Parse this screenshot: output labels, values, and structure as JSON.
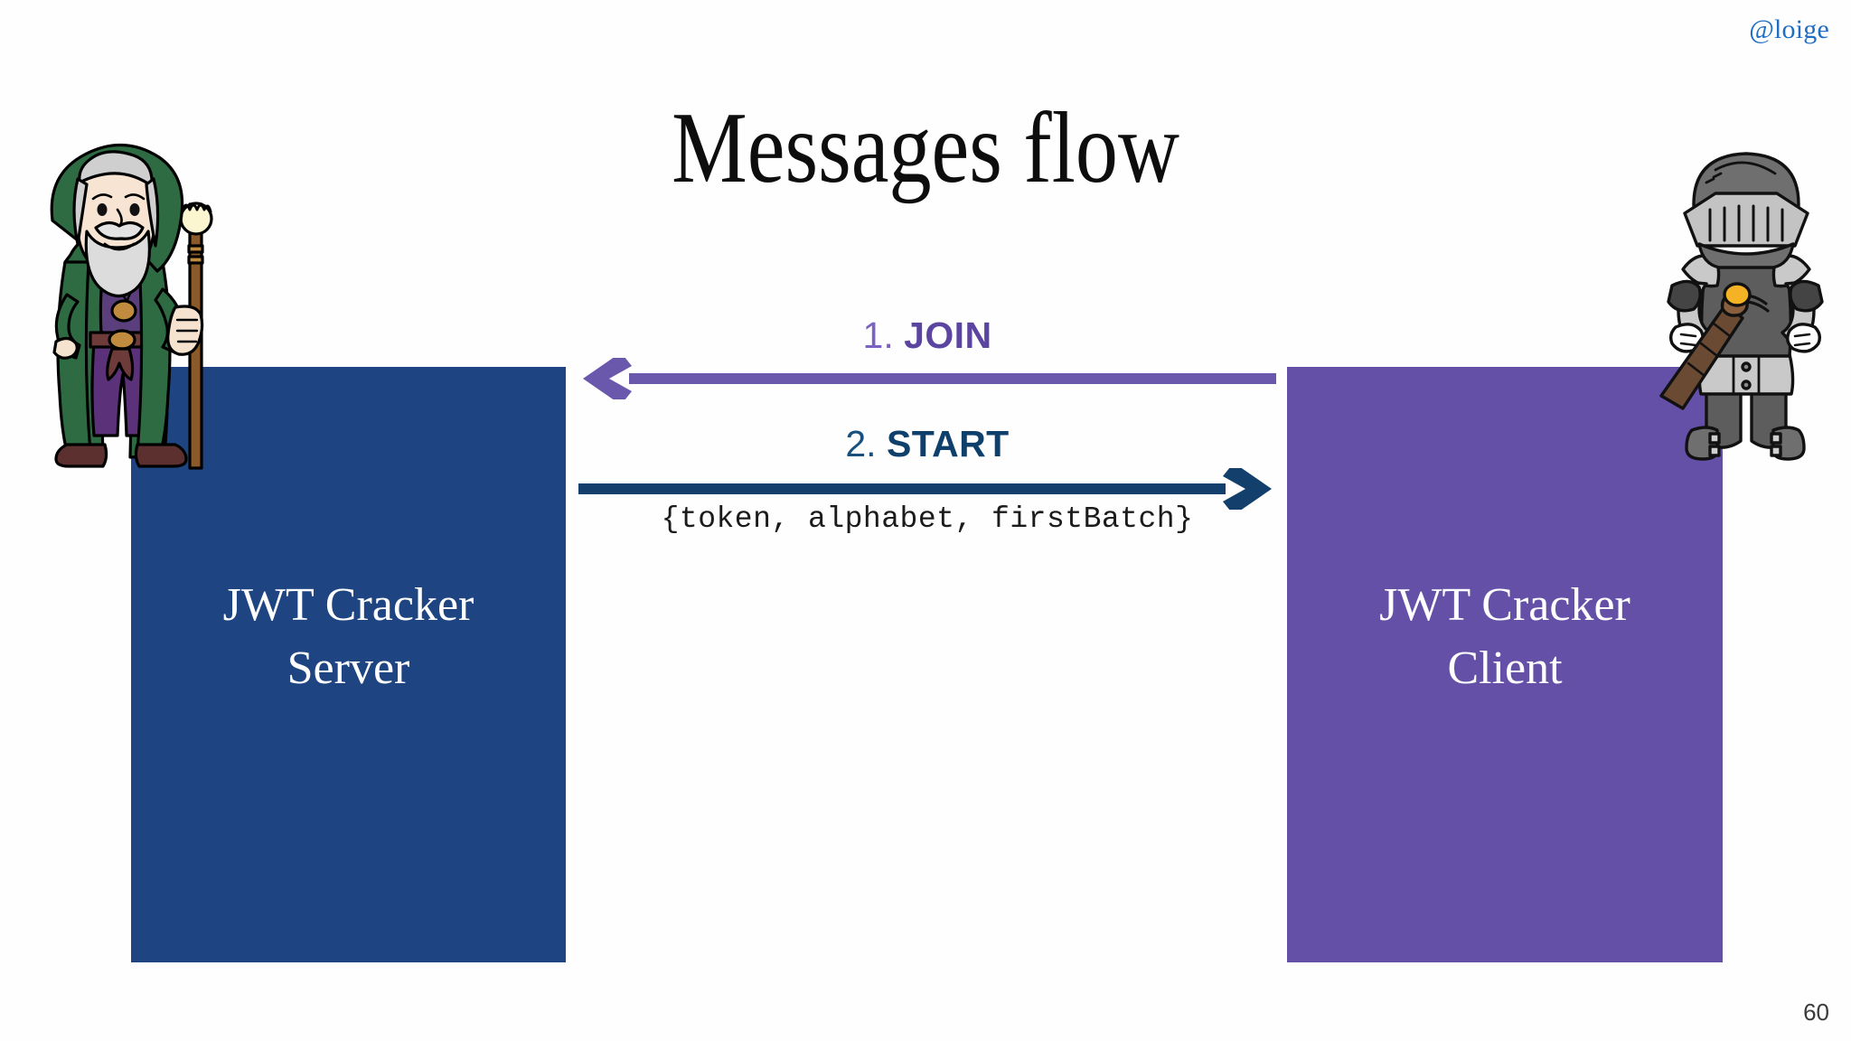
{
  "slide": {
    "title": "Messages flow",
    "handle": "@loige",
    "page_number": "60",
    "background_color": "#fefefe"
  },
  "nodes": [
    {
      "id": "server",
      "line1": "JWT Cracker",
      "line2": "Server",
      "color": "#1e4582",
      "text_color": "#ffffff"
    },
    {
      "id": "client",
      "line1": "JWT Cracker",
      "line2": "Client",
      "color": "#6550a8",
      "text_color": "#ffffff"
    }
  ],
  "messages": [
    {
      "id": "join",
      "step": "1.",
      "name": "JOIN",
      "direction": "client-to-server",
      "color": "#6a58ad",
      "payload": ""
    },
    {
      "id": "start",
      "step": "2.",
      "name": "START",
      "direction": "server-to-client",
      "color": "#123f6b",
      "payload": "{token, alphabet, firstBatch}"
    }
  ],
  "characters": [
    {
      "id": "wizard",
      "name": "wizard-illustration",
      "side": "left"
    },
    {
      "id": "knight",
      "name": "knight-illustration",
      "side": "right"
    }
  ],
  "chart_data": {
    "type": "diagram",
    "title": "Messages flow",
    "participants": [
      "JWT Cracker Server",
      "JWT Cracker Client"
    ],
    "arrows": [
      {
        "order": 1,
        "label": "1. JOIN",
        "from": "JWT Cracker Client",
        "to": "JWT Cracker Server",
        "payload": "",
        "color": "#6a58ad"
      },
      {
        "order": 2,
        "label": "2. START",
        "from": "JWT Cracker Server",
        "to": "JWT Cracker Client",
        "payload": "{token, alphabet, firstBatch}",
        "color": "#123f6b"
      }
    ]
  }
}
